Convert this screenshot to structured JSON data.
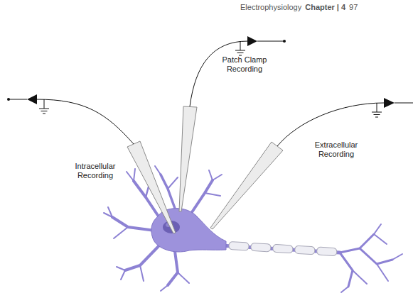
{
  "diagram": {
    "labels": [
      "Electrophysiology",
      "Chapter | 4",
      "97",
      "Intracellular Recording",
      "Patch Clamp Recording",
      "Extracellular Recording"
    ]
  }
}
